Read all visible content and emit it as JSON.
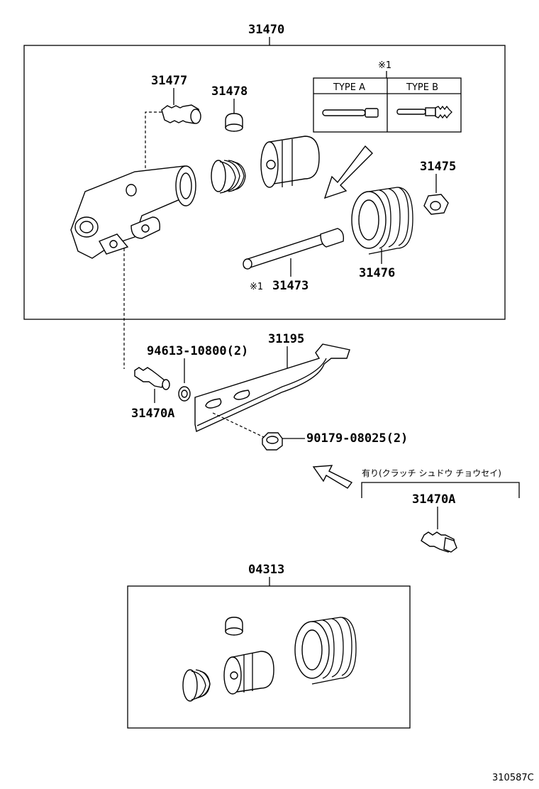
{
  "labels": {
    "assembly": "31470",
    "bleeder_plug": "31477",
    "bleeder_cap": "31478",
    "note_mark": "※1",
    "type_a": "TYPE A",
    "type_b": "TYPE B",
    "nut": "31475",
    "pushrod_mark": "※1",
    "pushrod": "31473",
    "boot": "31476",
    "bracket": "31195",
    "washer": "94613-10800(2)",
    "union_bolt": "31470A",
    "bolt": "90179-08025(2)",
    "japanese_note": "有り(クラッチ シュドウ チョウセイ)",
    "union_bolt_alt": "31470A",
    "repair_kit": "04313",
    "figure_code": "310587C"
  }
}
